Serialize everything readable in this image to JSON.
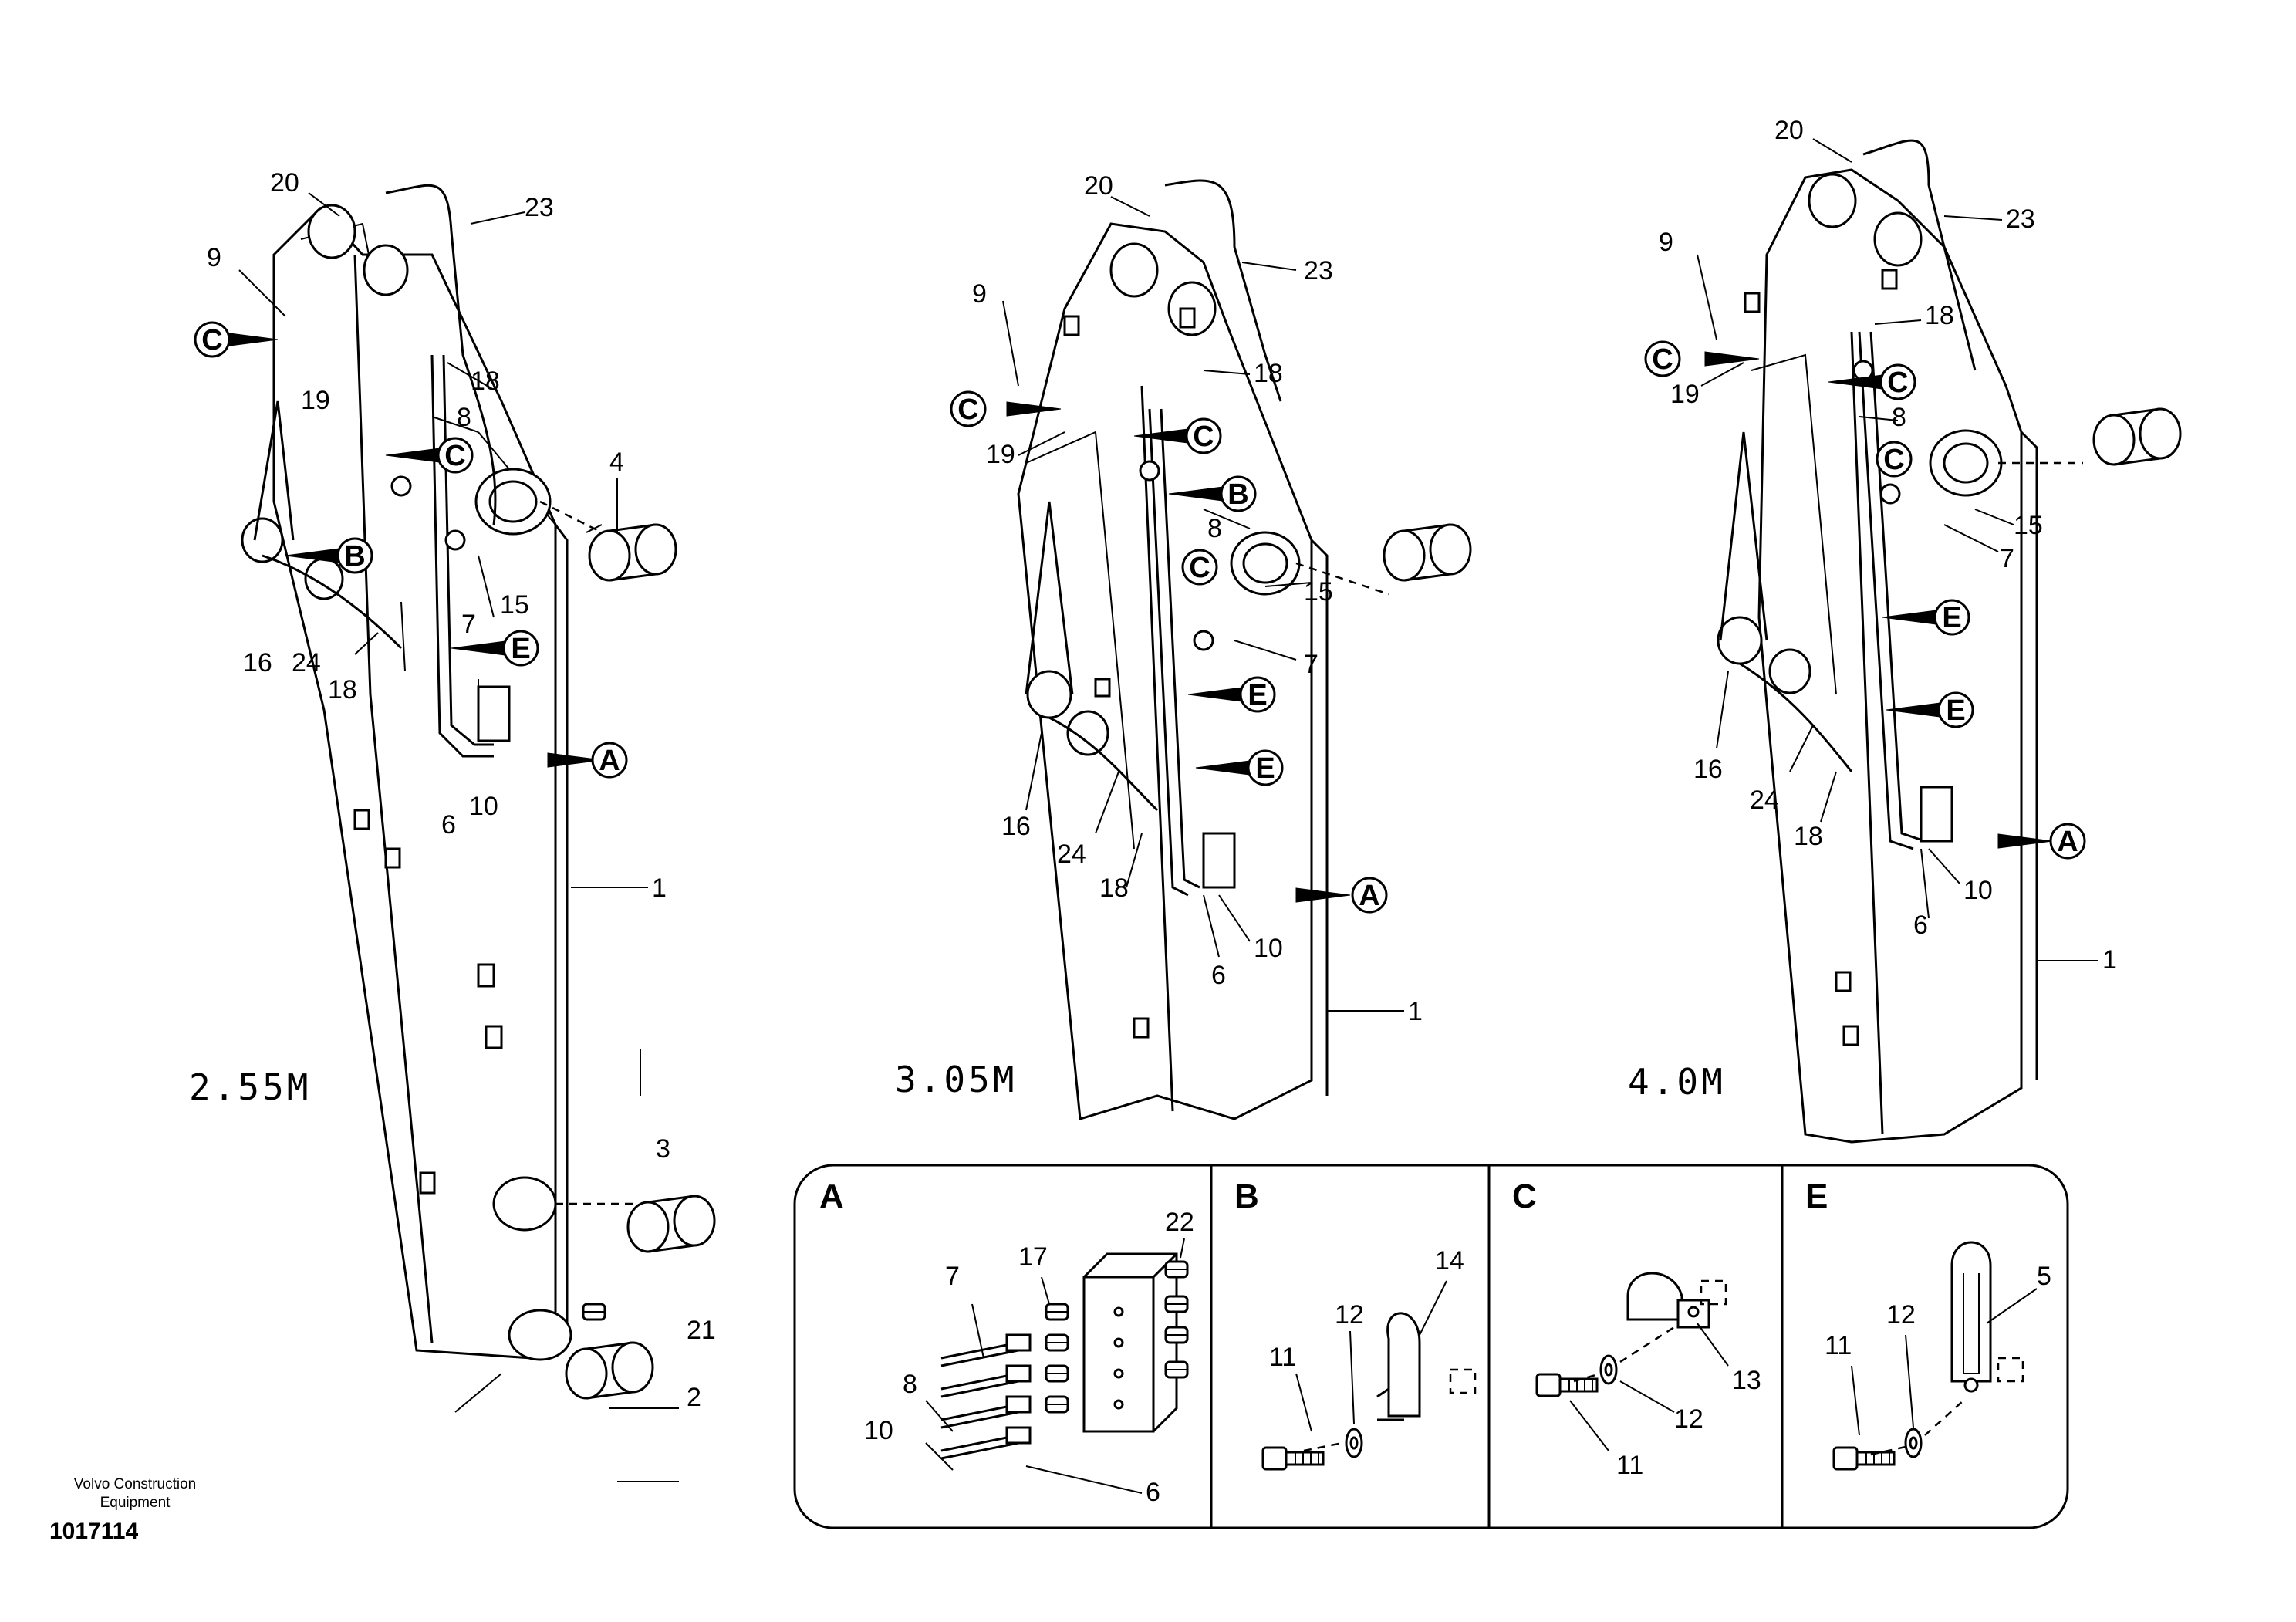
{
  "variants": [
    {
      "title": "2.55M"
    },
    {
      "title": "3.05M"
    },
    {
      "title": "4.0M"
    }
  ],
  "detail_panels": [
    {
      "letter": "A"
    },
    {
      "letter": "B"
    },
    {
      "letter": "C"
    },
    {
      "letter": "E"
    }
  ],
  "callout_letters": {
    "a": "A",
    "b": "B",
    "c": "C",
    "e": "E"
  },
  "part_numbers": {
    "n1": "1",
    "n2": "2",
    "n3": "3",
    "n4": "4",
    "n5": "5",
    "n6": "6",
    "n7": "7",
    "n8": "8",
    "n9": "9",
    "n10": "10",
    "n11": "11",
    "n12": "12",
    "n13": "13",
    "n14": "14",
    "n15": "15",
    "n16": "16",
    "n17": "17",
    "n18": "18",
    "n19": "19",
    "n20": "20",
    "n21": "21",
    "n22": "22",
    "n23": "23",
    "n24": "24"
  },
  "footer": {
    "company_line1": "Volvo Construction",
    "company_line2": "Equipment",
    "drawing_number": "1017114"
  }
}
